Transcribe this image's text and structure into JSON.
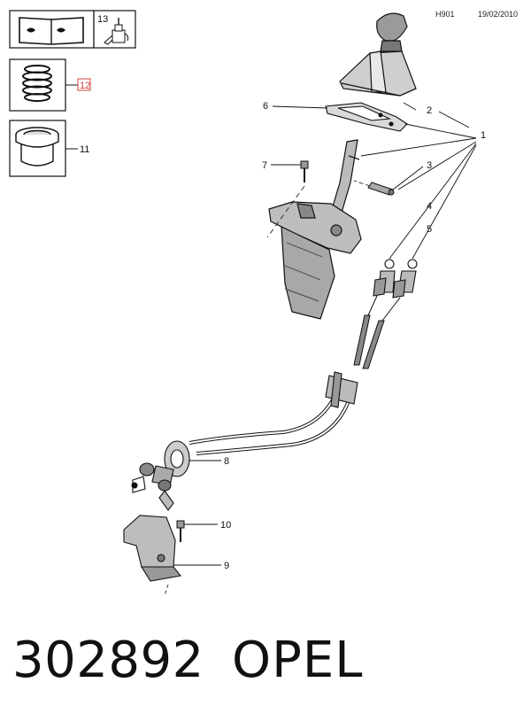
{
  "header": {
    "code": "H901",
    "date": "19/02/2010"
  },
  "legend": {
    "boxes": [
      {
        "id": "manual",
        "icon": "workshop-manual-icon",
        "number": "13",
        "number_icon": "oil-can-icon"
      },
      {
        "id": "spring",
        "icon": "spring-icon",
        "number": "12",
        "highlight_color": "#d04040"
      },
      {
        "id": "bushing",
        "icon": "bushing-icon",
        "number": "11"
      }
    ]
  },
  "callouts": [
    {
      "id": "1",
      "label": "1"
    },
    {
      "id": "2",
      "label": "2"
    },
    {
      "id": "3",
      "label": "3"
    },
    {
      "id": "4",
      "label": "4"
    },
    {
      "id": "5",
      "label": "5"
    },
    {
      "id": "6",
      "label": "6"
    },
    {
      "id": "7",
      "label": "7"
    },
    {
      "id": "8",
      "label": "8"
    },
    {
      "id": "9",
      "label": "9"
    },
    {
      "id": "10",
      "label": "10"
    }
  ],
  "footer": {
    "part_number": "302892",
    "brand": "OPEL"
  }
}
